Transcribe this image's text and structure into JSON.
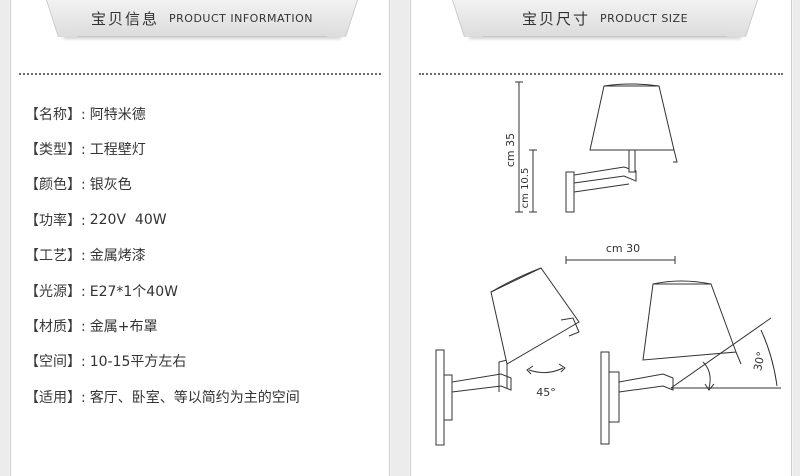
{
  "info_panel": {
    "title_cn": "宝贝信息",
    "title_en": "PRODUCT INFORMATION",
    "specs": [
      {
        "key": "【名称】:",
        "value": "阿特米德"
      },
      {
        "key": "【类型】:",
        "value": "工程壁灯"
      },
      {
        "key": "【颜色】:",
        "value": "银灰色"
      },
      {
        "key": "【功率】:",
        "value": "220V  40W"
      },
      {
        "key": "【工艺】:",
        "value": "金属烤漆"
      },
      {
        "key": "【光源】:",
        "value": "E27*1个40W"
      },
      {
        "key": "【材质】:",
        "value": "金属+布罩"
      },
      {
        "key": "【空间】:",
        "value": "10-15平方左右"
      },
      {
        "key": "【适用】:",
        "value": "客厅、卧室、等以简约为主的空间"
      }
    ]
  },
  "size_panel": {
    "title_cn": "宝贝尺寸",
    "title_en": "PRODUCT SIZE",
    "dimensions": {
      "height_total": "cm 35",
      "height_arm": "cm 10.5",
      "depth": "cm 30"
    },
    "rotation": {
      "swivel": "45°",
      "tilt": "30°"
    }
  }
}
